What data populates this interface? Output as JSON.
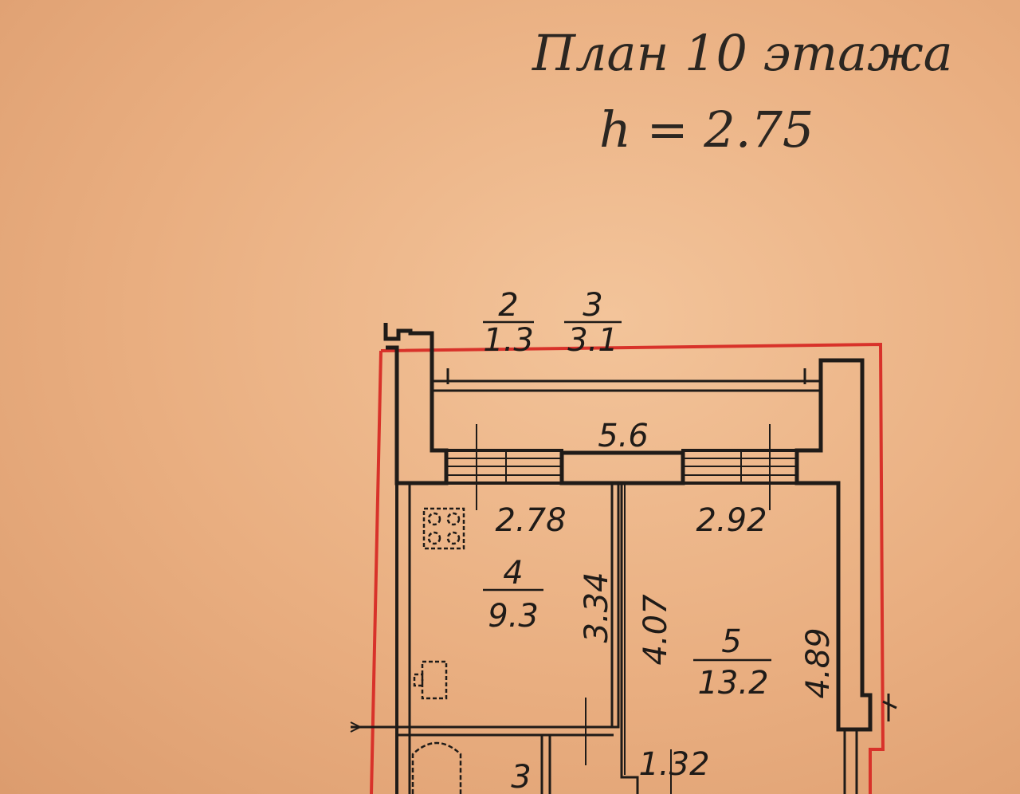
{
  "title": "План 10 этажа",
  "height_label": "h = 2.75",
  "colors": {
    "outline": "#d8322a",
    "walls": "#1f1b18",
    "background": "#eab386"
  },
  "rooms": [
    {
      "number": "2",
      "area": "1.3"
    },
    {
      "number": "3",
      "area": "3.1"
    },
    {
      "number": "4",
      "area": "9.3"
    },
    {
      "number": "5",
      "area": "13.2"
    },
    {
      "number": "3",
      "area": ""
    }
  ],
  "dimensions": {
    "total_width": "5.6",
    "kitchen_width": "2.78",
    "room_width": "2.92",
    "kitchen_depth": "3.34",
    "room_depth_inner": "4.07",
    "room_depth_outer": "4.89",
    "corridor_width": "1.32"
  }
}
